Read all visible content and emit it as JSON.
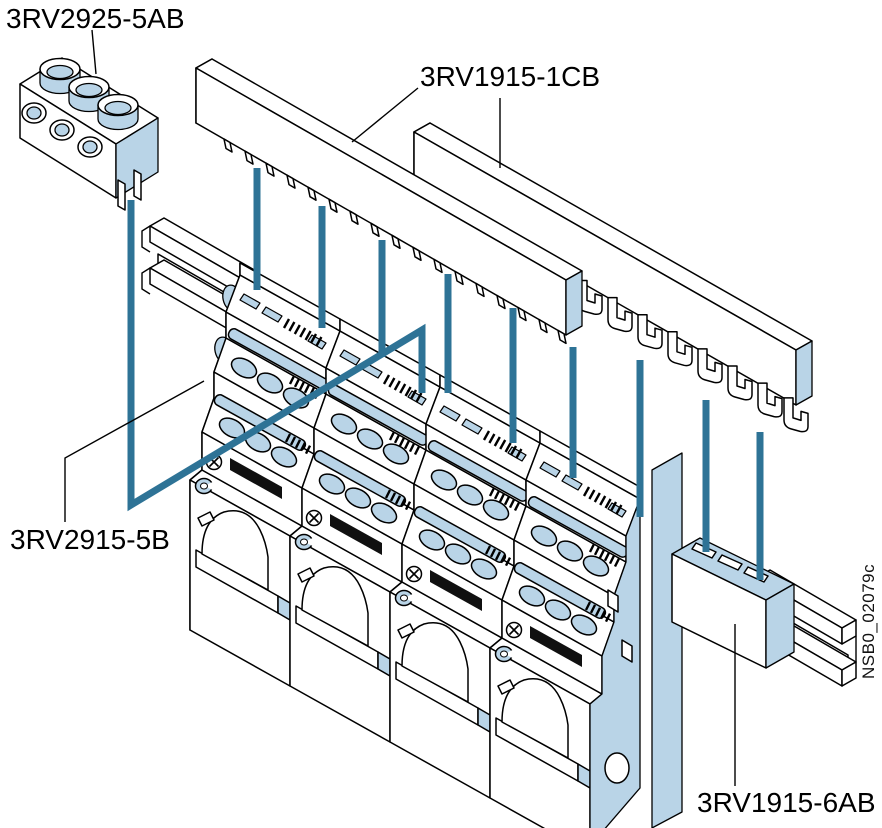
{
  "figure": {
    "code": "NSB0_02079c",
    "labels": {
      "infeed_terminal": "3RV2925-5AB",
      "busbar": "3RV1915-1CB",
      "feeder_link": "3RV2915-5B",
      "lateral_module": "3RV1915-6AB"
    },
    "colors": {
      "background": "#ffffff",
      "outline": "#000000",
      "accent": "#b9d4e7",
      "connector": "#2e7396"
    }
  }
}
